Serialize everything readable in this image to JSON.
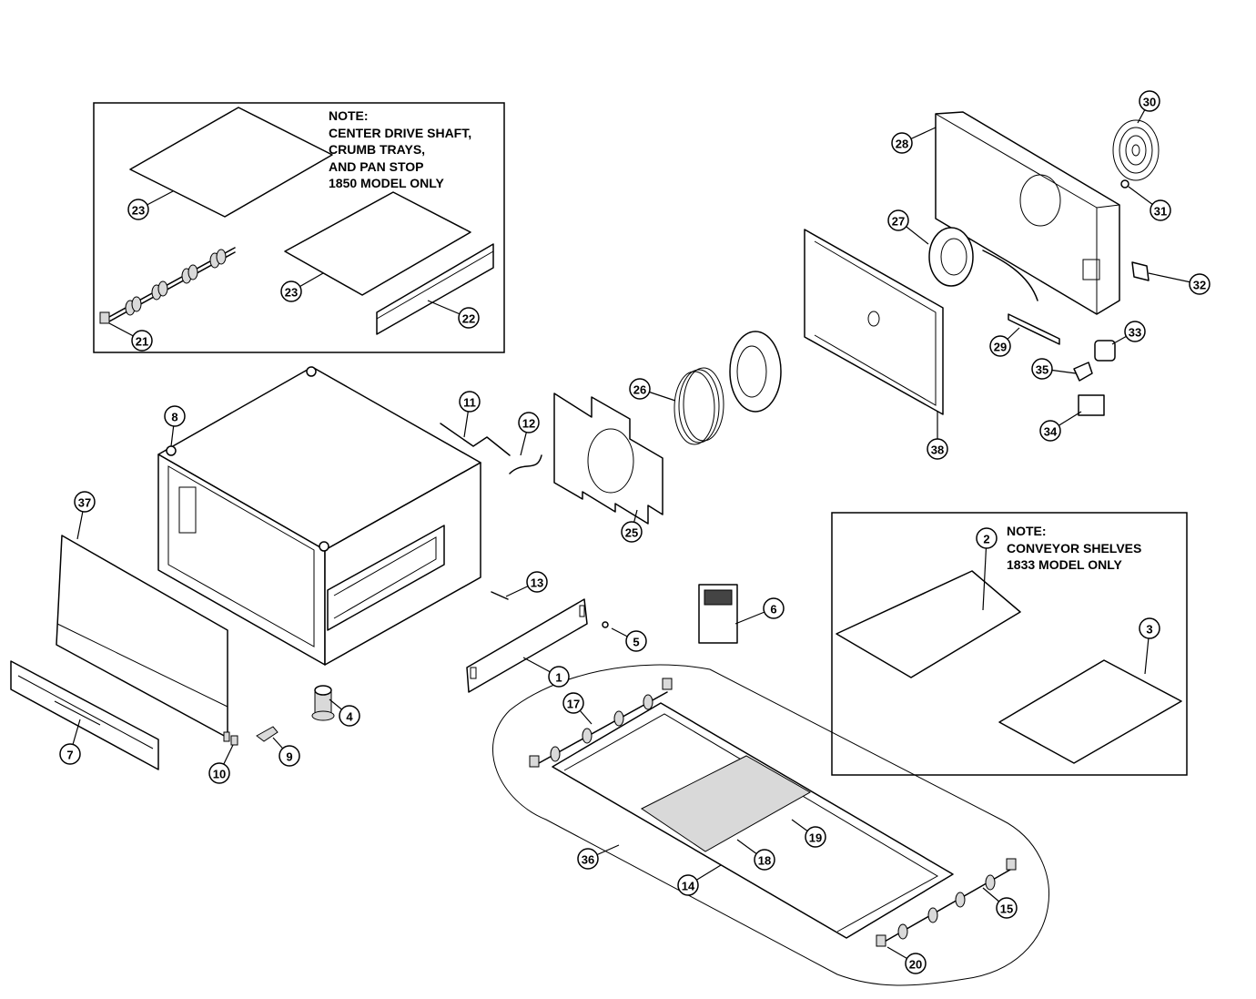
{
  "notes": {
    "top_left": [
      "NOTE:",
      "CENTER DRIVE SHAFT,",
      "CRUMB TRAYS,",
      "AND PAN STOP",
      "1850 MODEL ONLY"
    ],
    "right": [
      "NOTE:",
      "CONVEYOR SHELVES",
      "1833 MODEL ONLY"
    ]
  },
  "callouts": [
    "1",
    "2",
    "3",
    "4",
    "5",
    "6",
    "7",
    "8",
    "9",
    "10",
    "11",
    "12",
    "13",
    "14",
    "15",
    "17",
    "18",
    "19",
    "20",
    "21",
    "22",
    "23",
    "23",
    "25",
    "26",
    "27",
    "28",
    "29",
    "30",
    "31",
    "32",
    "33",
    "34",
    "35",
    "36",
    "37",
    "38"
  ]
}
